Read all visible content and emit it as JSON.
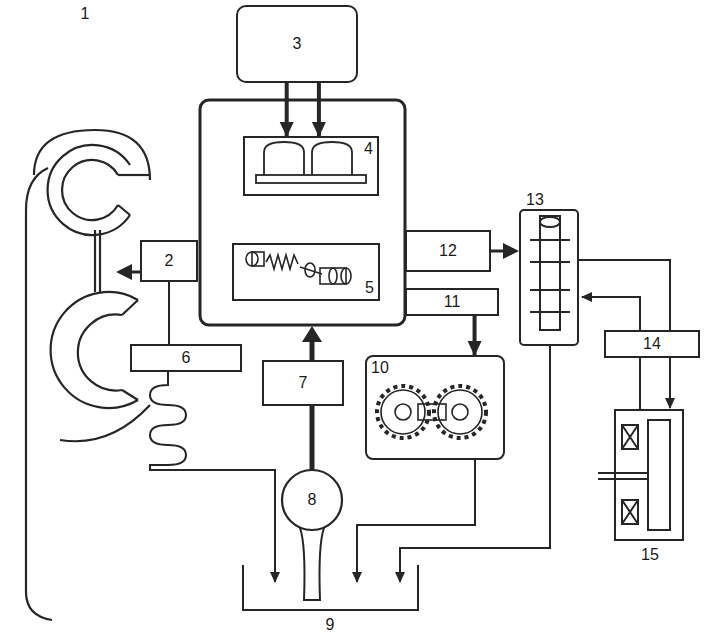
{
  "diagram": {
    "nodes": [
      {
        "text": [
          "3"
        ]
      },
      {
        "text": [
          "4"
        ]
      },
      {
        "text": [
          "5"
        ]
      },
      {
        "text": [
          "2"
        ]
      },
      {
        "text": [
          "12"
        ]
      },
      {
        "text": [
          "11"
        ]
      },
      {
        "text": [
          "6"
        ]
      },
      {
        "text": [
          "7"
        ]
      },
      {
        "text": [
          "10"
        ]
      },
      {
        "text": [
          "14"
        ]
      }
    ],
    "edges": [
      {
        "from": 0,
        "to": 1,
        "arrow": "to"
      },
      {
        "from": 0,
        "to": 1,
        "arrow": "to"
      },
      {
        "from": 5,
        "to": 8,
        "arrow": "to"
      },
      {
        "from": 3,
        "to": 6,
        "arrow": "none"
      }
    ],
    "labels": [
      "1",
      "8",
      "9",
      "13",
      "15"
    ]
  }
}
